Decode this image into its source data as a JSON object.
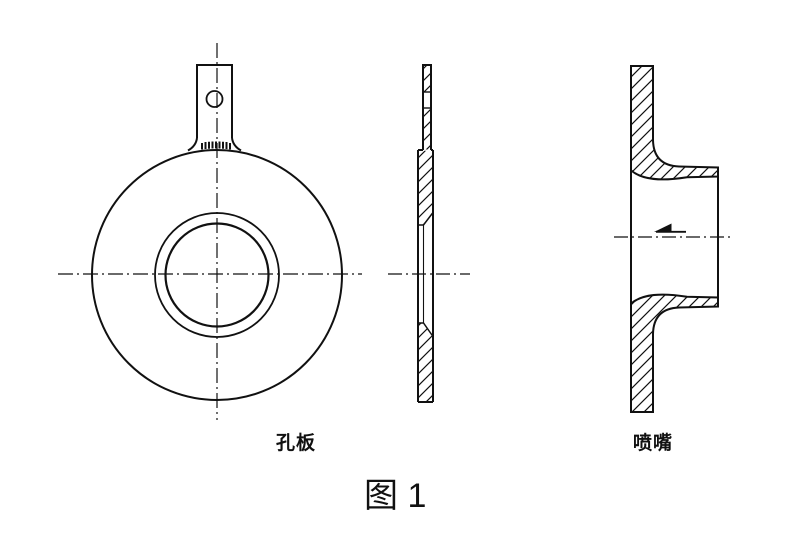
{
  "page": {
    "background": "#ffffff",
    "line_color": "#111111"
  },
  "figure": {
    "caption": "图 1",
    "views": [
      {
        "name": "orifice-plate-front-and-section-view",
        "label": "孔板"
      },
      {
        "name": "nozzle-section-view",
        "label": "喷嘴"
      }
    ],
    "flow_arrow_direction": "left"
  }
}
